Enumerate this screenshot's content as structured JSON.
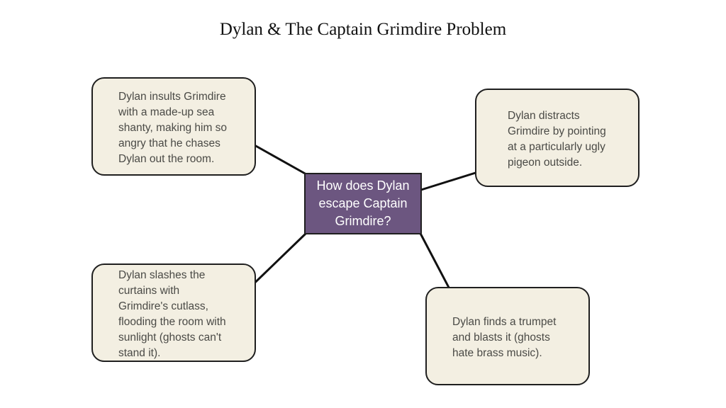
{
  "title": "Dylan & The Captain Grimdire Problem",
  "central_question": {
    "lines": [
      "How does Dylan",
      "escape Captain",
      "Grimdire?"
    ]
  },
  "options": [
    {
      "id": "top-left",
      "lines": [
        "Dylan insults Grimdire",
        "with a made-up sea",
        "shanty, making him so",
        "angry that he chases",
        "Dylan out the room."
      ]
    },
    {
      "id": "top-right",
      "lines": [
        "Dylan distracts",
        "Grimdire by pointing",
        "at a particularly ugly",
        "pigeon outside."
      ]
    },
    {
      "id": "bottom-left",
      "lines": [
        "Dylan slashes the",
        "curtains with",
        "Grimdire's cutlass,",
        "flooding the room with",
        "sunlight (ghosts can't",
        "stand it)."
      ]
    },
    {
      "id": "bottom-right",
      "lines": [
        "Dylan finds a trumpet",
        "and blasts it (ghosts",
        "hate brass music)."
      ]
    }
  ],
  "colors": {
    "center_fill": "#6c5680",
    "box_fill": "#f3efe2",
    "box_text": "#4a4a46",
    "outline": "#1f1f1f"
  }
}
